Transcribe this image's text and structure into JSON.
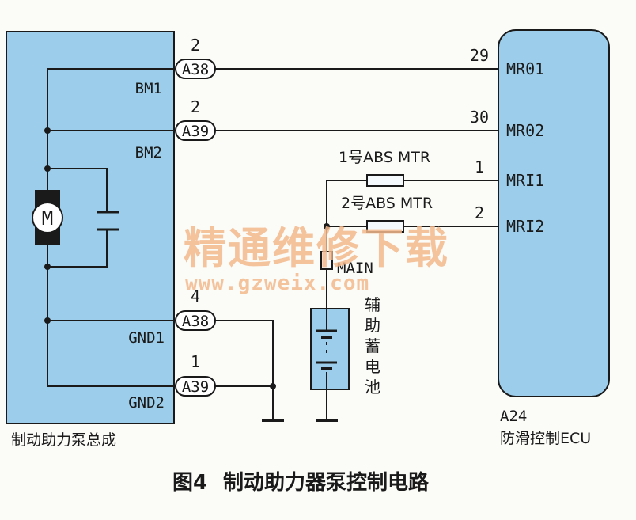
{
  "pump_assembly": {
    "title": "制动助力泵总成",
    "pins": [
      {
        "label": "BM1",
        "connector": "A38",
        "number": "2"
      },
      {
        "label": "BM2",
        "connector": "A39",
        "number": "2"
      },
      {
        "label": "GND1",
        "connector": "A38",
        "number": "4"
      },
      {
        "label": "GND2",
        "connector": "A39",
        "number": "1"
      }
    ],
    "motor_symbol": "M"
  },
  "ecu": {
    "code": "A24",
    "name": "防滑控制ECU",
    "pins": [
      {
        "label": "MR01",
        "number": "29"
      },
      {
        "label": "MR02",
        "number": "30"
      },
      {
        "label": "MRI1",
        "number": "1"
      },
      {
        "label": "MRI2",
        "number": "2"
      }
    ]
  },
  "fuses": [
    {
      "label": "1号ABS MTR"
    },
    {
      "label": "2号ABS MTR"
    },
    {
      "label": "MAIN"
    }
  ],
  "battery": {
    "label_chars": [
      "辅",
      "助",
      "蓄",
      "电",
      "池"
    ]
  },
  "watermark": {
    "cn": "精通维修下载",
    "url": "www.gzweix.com"
  },
  "caption": {
    "fig": "图4",
    "title": "制动助力器泵控制电路"
  },
  "colors": {
    "panel": "#9ccdea",
    "wire": "#1a1a1a",
    "watermark": "#f2b98c",
    "fuse_fill": "#f4f9fb"
  }
}
